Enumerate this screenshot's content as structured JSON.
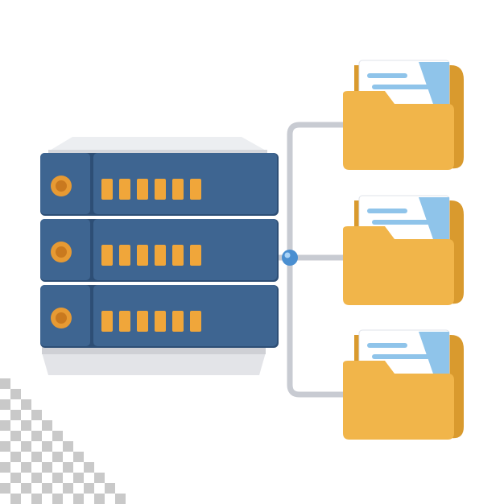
{
  "illustration": {
    "subject": "server-to-folders",
    "server_units": 3,
    "folders": 3,
    "lights_per_unit": 6,
    "colors": {
      "server_blue": "#3e6591",
      "server_blue_dark": "#2d4e75",
      "light_orange": "#f0a63a",
      "knob_orange": "#e79a33",
      "gray": "#d9dade",
      "folder_yellow": "#f1b54a",
      "folder_dark": "#d99a2e",
      "paper_blue": "#8fc4ea",
      "node_blue": "#4a8fd1",
      "pipe_gray": "#c8cbd2"
    }
  }
}
